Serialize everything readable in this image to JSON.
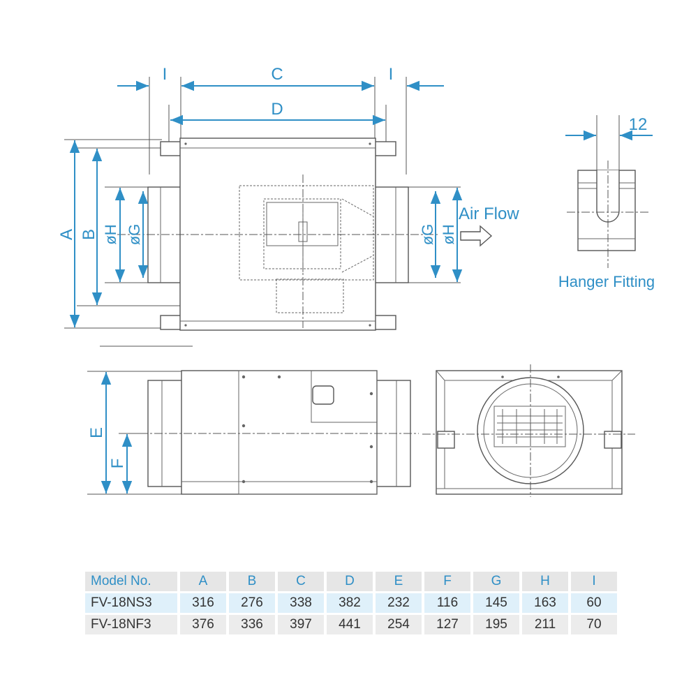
{
  "labels": {
    "A": "A",
    "B": "B",
    "C": "C",
    "D": "D",
    "E": "E",
    "F": "F",
    "I_left": "I",
    "I_right": "I",
    "H_left": "øH",
    "G_left": "øG",
    "G_right": "øG",
    "H_right": "øH",
    "air_flow": "Air Flow",
    "hanger_dim": "12",
    "hanger_caption": "Hanger Fitting"
  },
  "colors": {
    "accent": "#2f8fc6",
    "header_bg": "#e6e6e6",
    "row_highlight": "#dff0fa",
    "row_alt": "#ececec"
  },
  "table": {
    "columns": [
      "Model No.",
      "A",
      "B",
      "C",
      "D",
      "E",
      "F",
      "G",
      "H",
      "I"
    ],
    "rows": [
      [
        "FV-18NS3",
        "316",
        "276",
        "338",
        "382",
        "232",
        "116",
        "145",
        "163",
        "60"
      ],
      [
        "FV-18NF3",
        "376",
        "336",
        "397",
        "441",
        "254",
        "127",
        "195",
        "211",
        "70"
      ]
    ]
  }
}
